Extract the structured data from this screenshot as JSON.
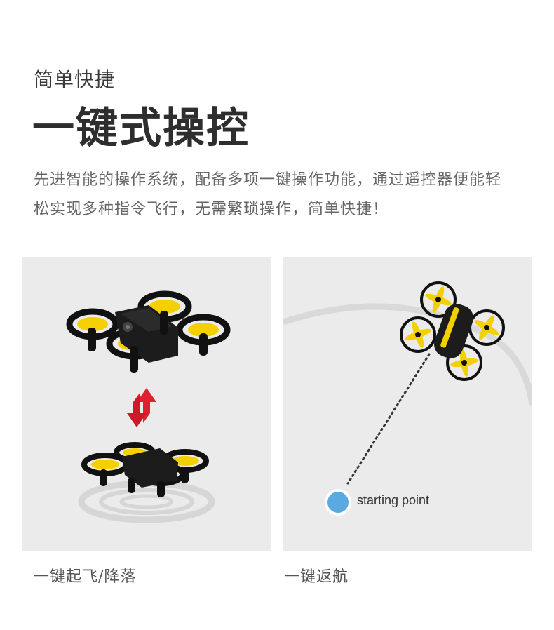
{
  "header": {
    "subtitle": "简单快捷",
    "title": "一键式操控"
  },
  "description": {
    "line1": "先进智能的操作系统，配备多项一键操作功能，通过遥控器便能轻",
    "line2": "松实现多种指令飞行，无需繁琐操作，简单快捷！"
  },
  "panels": {
    "left": {
      "caption": "一键起飞/降落",
      "drone_colors": {
        "body": "#1a1a1a",
        "accent": "#f5d000"
      },
      "arrow_color": "#e02030"
    },
    "right": {
      "caption": "一键返航",
      "start_label": "starting point",
      "start_color": "#5aa9e0"
    }
  }
}
